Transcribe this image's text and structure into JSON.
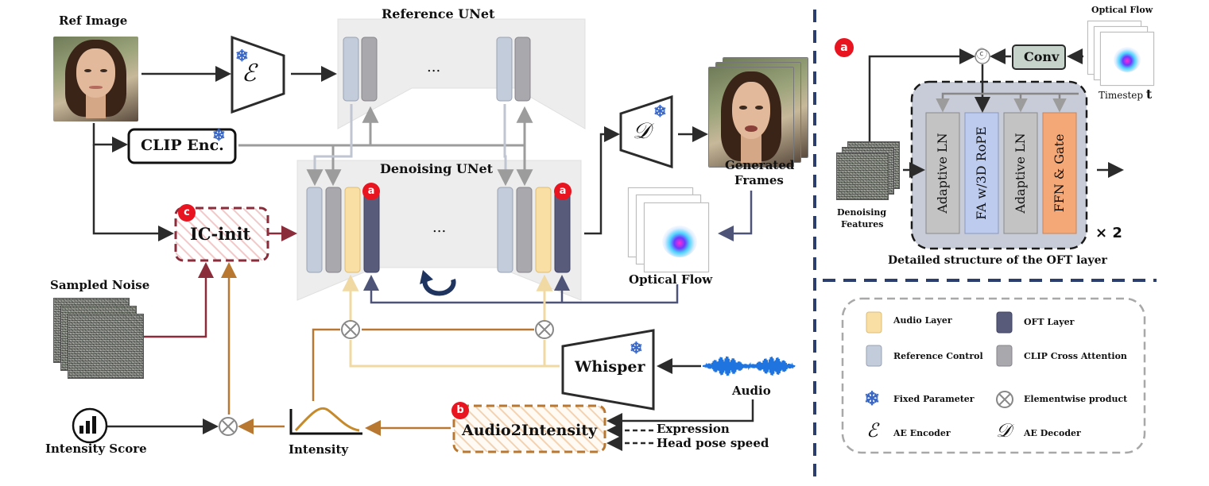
{
  "labels": {
    "ref_image": "Ref Image",
    "reference_unet": "Reference UNet",
    "denoising_unet": "Denoising UNet",
    "clip_enc": "CLIP Enc.",
    "ic_init": "IC-init",
    "sampled_noise": "Sampled Noise",
    "optical_flow_mid": "Optical Flow",
    "generated_frames_l1": "Generated",
    "generated_frames_l2": "Frames",
    "whisper": "Whisper",
    "audio": "Audio",
    "audio2intensity": "Audio2Intensity",
    "expression": "Expression",
    "head_pose_speed": "Head pose speed",
    "intensity": "Intensity",
    "intensity_score": "Intensity Score",
    "ellipsis": "..."
  },
  "badges": {
    "a": "a",
    "b": "b",
    "c": "c"
  },
  "symbols": {
    "encoder": "ℰ",
    "decoder": "𝒟",
    "snowflake": "❄",
    "times": "⊗",
    "circled_c": "ⓒ",
    "times_two": "× 2"
  },
  "oft": {
    "optical_flow": "Optical Flow",
    "conv": "Conv",
    "timestep": "Timestep",
    "timestep_var": "t",
    "denoising_features_l1": "Denoising",
    "denoising_features_l2": "Features",
    "blocks": [
      "Adaptive LN",
      "FA w/3D RoPE",
      "Adaptive LN",
      "FFN & Gate"
    ],
    "caption": "Detailed structure of the OFT layer"
  },
  "legend": {
    "items": [
      {
        "label": "Audio Layer"
      },
      {
        "label": "OFT Layer"
      },
      {
        "label": "Reference Control"
      },
      {
        "label": "CLIP Cross Attention"
      },
      {
        "label": "Fixed Parameter"
      },
      {
        "label": "Elementwise product"
      },
      {
        "label": "AE Encoder"
      },
      {
        "label": "AE Decoder"
      }
    ]
  },
  "colors": {
    "reference_control": "#c3ccda",
    "clip_cross_attention": "#a9a8ad",
    "audio_layer": "#f9dfa4",
    "oft_layer": "#585c7a",
    "ic_init_red": "#8b2c3b",
    "intensity_brown": "#b87832",
    "audio_blue": "#1f74e0",
    "fa_block": "#bccbee",
    "ffn_block": "#f4a878",
    "conv_block": "#c6d3cb",
    "badge_red": "#e8141f",
    "divider_navy": "#2b3e6d",
    "snowflake_blue": "#3a66c4",
    "oft_panel_bg": "#c8ccd9"
  }
}
